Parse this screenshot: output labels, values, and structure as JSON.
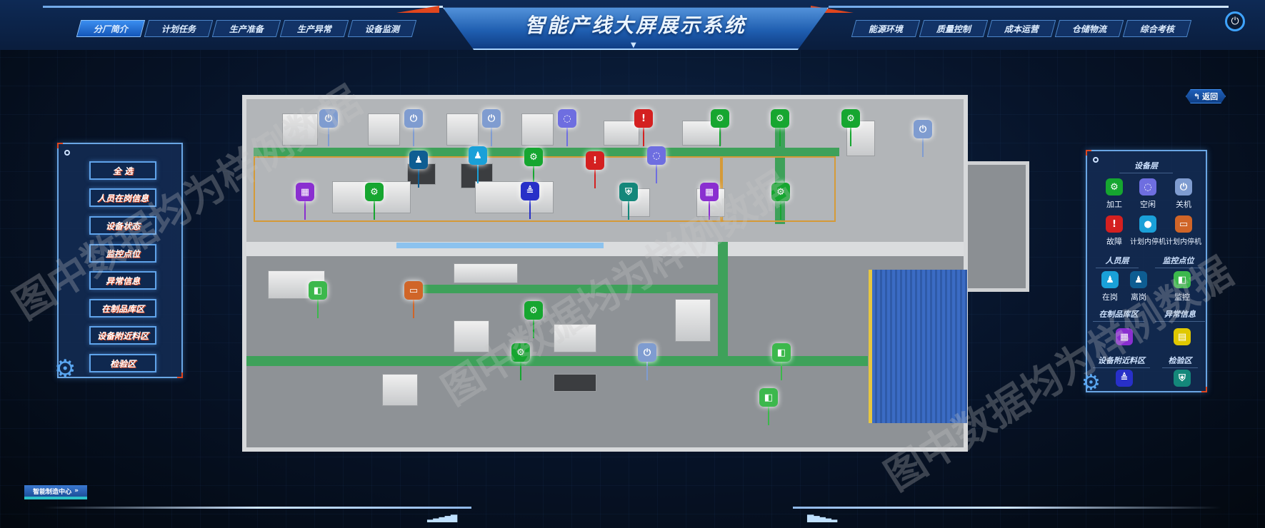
{
  "header": {
    "title": "智能产线大屏展示系统",
    "tabs_left": [
      {
        "label": "分厂简介",
        "active": true
      },
      {
        "label": "计划任务"
      },
      {
        "label": "生产准备"
      },
      {
        "label": "生产异常"
      },
      {
        "label": "设备监测"
      }
    ],
    "tabs_right": [
      {
        "label": "能源环境"
      },
      {
        "label": "质量控制"
      },
      {
        "label": "成本运营"
      },
      {
        "label": "仓储物流"
      },
      {
        "label": "综合考核"
      }
    ]
  },
  "back_button": {
    "label": "返回",
    "icon": "return-arrow-icon"
  },
  "left_panel": {
    "buttons": [
      "全 选",
      "人员在岗信息",
      "设备状态",
      "监控点位",
      "异常信息",
      "在制品库区",
      "设备附近料区",
      "检验区"
    ]
  },
  "legend": {
    "equipment_title": "设备层",
    "equipment": [
      {
        "label": "加工",
        "icon": "gear-icon"
      },
      {
        "label": "空闲",
        "icon": "idle-icon"
      },
      {
        "label": "关机",
        "icon": "power-icon"
      },
      {
        "label": "故障",
        "icon": "fault-icon"
      },
      {
        "label": "计划内停机",
        "icon": "planned-stop-icon"
      },
      {
        "label": "计划内停机",
        "icon": "planned-stop-card-icon"
      }
    ],
    "personnel_title": "人员层",
    "personnel": [
      {
        "label": "在岗",
        "icon": "person-on-duty-icon"
      },
      {
        "label": "离岗",
        "icon": "person-off-duty-icon"
      }
    ],
    "monitor_title": "监控点位",
    "monitor": [
      {
        "label": "监控",
        "icon": "camera-icon"
      }
    ],
    "wip_title": "在制品库区",
    "exception_title": "异常信息",
    "material_title": "设备附近料区",
    "inspection_title": "检验区"
  },
  "bottom": {
    "link_label": "智能制造中心"
  },
  "watermark": "图中数据均为样例数据",
  "colors": {
    "working": "#16a630",
    "idle": "#6e6ee0",
    "off": "#7f9cd0",
    "fault": "#d42020",
    "accent": "#3b8ef0"
  }
}
